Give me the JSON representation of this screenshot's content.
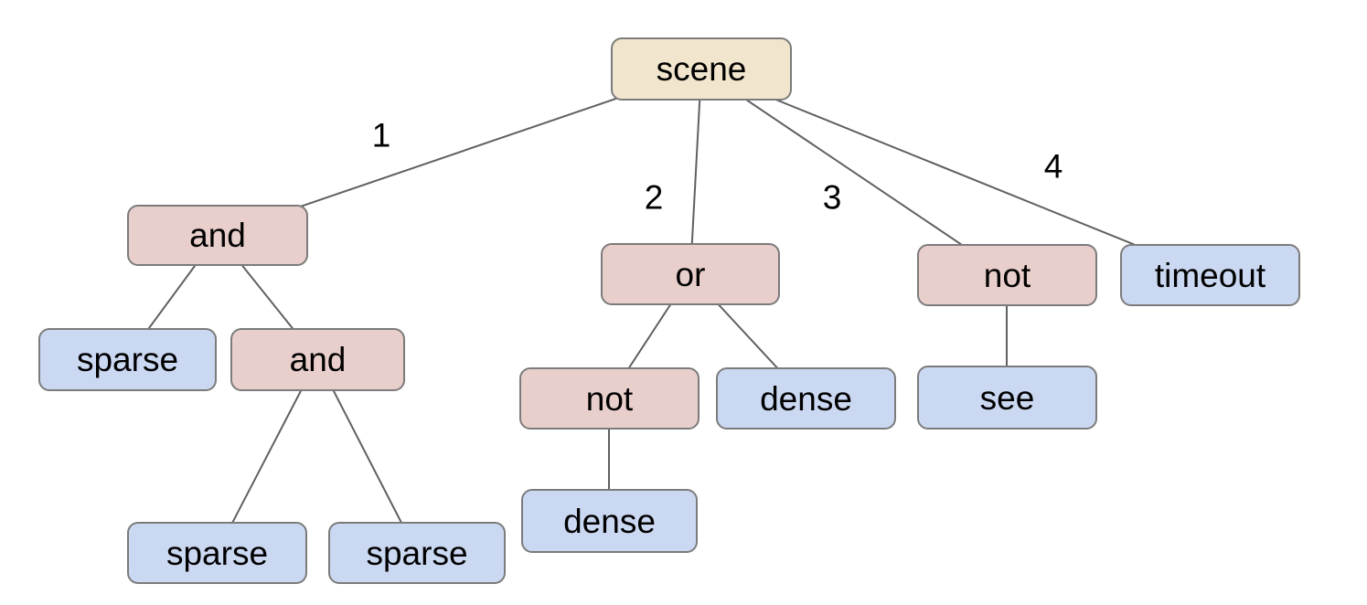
{
  "colors": {
    "background": "#ffffff",
    "root_fill": "#f2e5cd",
    "operator_fill": "#e9cfcc",
    "leaf_fill": "#cbd8f2",
    "node_border": "#7b7b7b",
    "edge_line": "#606060",
    "text": "#000000"
  },
  "nodes": [
    {
      "label": "scene",
      "kind": "root"
    },
    {
      "label": "and",
      "kind": "operator"
    },
    {
      "label": "or",
      "kind": "operator"
    },
    {
      "label": "not",
      "kind": "operator"
    },
    {
      "label": "timeout",
      "kind": "leaf"
    },
    {
      "label": "sparse",
      "kind": "leaf"
    },
    {
      "label": "and",
      "kind": "operator"
    },
    {
      "label": "not",
      "kind": "operator"
    },
    {
      "label": "dense",
      "kind": "leaf"
    },
    {
      "label": "see",
      "kind": "leaf"
    },
    {
      "label": "sparse",
      "kind": "leaf"
    },
    {
      "label": "sparse",
      "kind": "leaf"
    },
    {
      "label": "dense",
      "kind": "leaf"
    }
  ],
  "edge_labels": [
    "1",
    "2",
    "3",
    "4"
  ],
  "tree": {
    "root": "scene",
    "children": [
      {
        "label": "and",
        "edge": "1",
        "children": [
          {
            "label": "sparse"
          },
          {
            "label": "and",
            "children": [
              {
                "label": "sparse"
              },
              {
                "label": "sparse"
              }
            ]
          }
        ]
      },
      {
        "label": "or",
        "edge": "2",
        "children": [
          {
            "label": "not",
            "children": [
              {
                "label": "dense"
              }
            ]
          },
          {
            "label": "dense"
          }
        ]
      },
      {
        "label": "not",
        "edge": "3",
        "children": [
          {
            "label": "see"
          }
        ]
      },
      {
        "label": "timeout",
        "edge": "4"
      }
    ]
  }
}
